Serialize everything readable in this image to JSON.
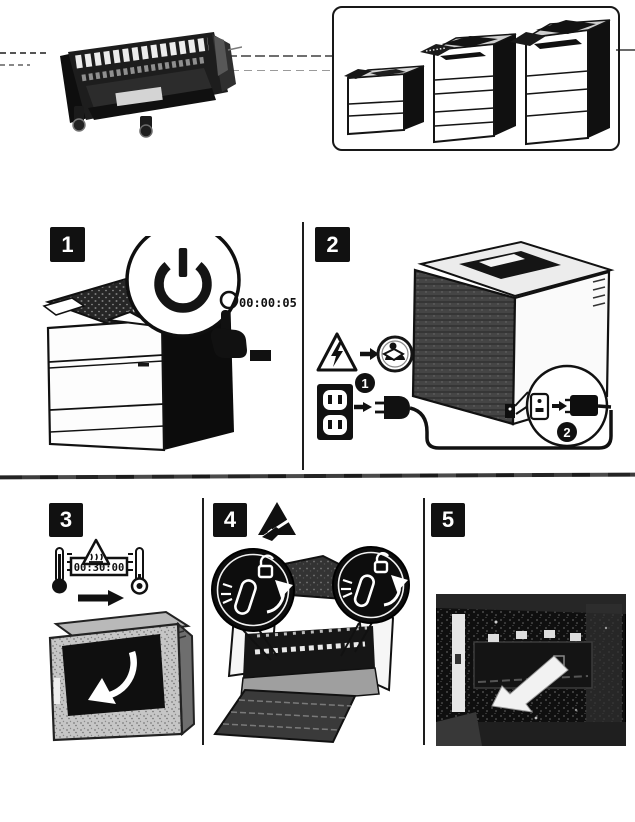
{
  "page": {
    "paper_color": "#ffffff",
    "ink_color": "#161616"
  },
  "header": {
    "fuser_icon": "fuser-unit",
    "models_box_icons": [
      "printer-single-function",
      "printer-mfp-medium",
      "printer-mfp-large"
    ]
  },
  "steps": [
    {
      "number": "1",
      "timer": "00:00:05",
      "icons": [
        "power-symbol-callout",
        "power-ring",
        "press-power-hand"
      ]
    },
    {
      "number": "2",
      "callouts": [
        {
          "label": "1"
        },
        {
          "label": "2"
        }
      ],
      "icons": [
        "electric-shock-warning-triangle",
        "arrow-right",
        "refer-to-manual-circle",
        "wall-outlet",
        "power-plug",
        "power-inlet",
        "power-cord"
      ]
    },
    {
      "number": "3",
      "timer": "00:30:00",
      "icons": [
        "thermometer-hot",
        "hot-surface-warning-triangle",
        "thermometer-cold",
        "wait-arrow",
        "rear-door-open-arrow"
      ]
    },
    {
      "number": "4",
      "icons": [
        "esd-warning",
        "unlock-lever-callout-left",
        "unlock-lever-callout-right",
        "open-padlock",
        "rotate-arrow"
      ]
    },
    {
      "number": "5",
      "icons": [
        "remove-fuser-arrow"
      ]
    }
  ]
}
